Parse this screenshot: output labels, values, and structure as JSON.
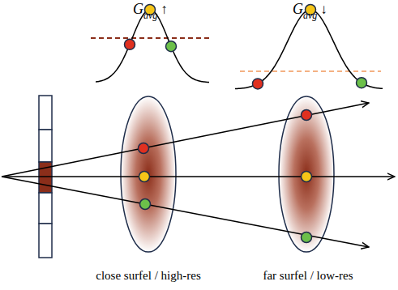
{
  "diagram": {
    "labels": [
      "G",
      "avg",
      "↑",
      "G",
      "avg",
      "↓",
      "close surfel / high-res",
      "far surfel / low-res"
    ]
  }
}
